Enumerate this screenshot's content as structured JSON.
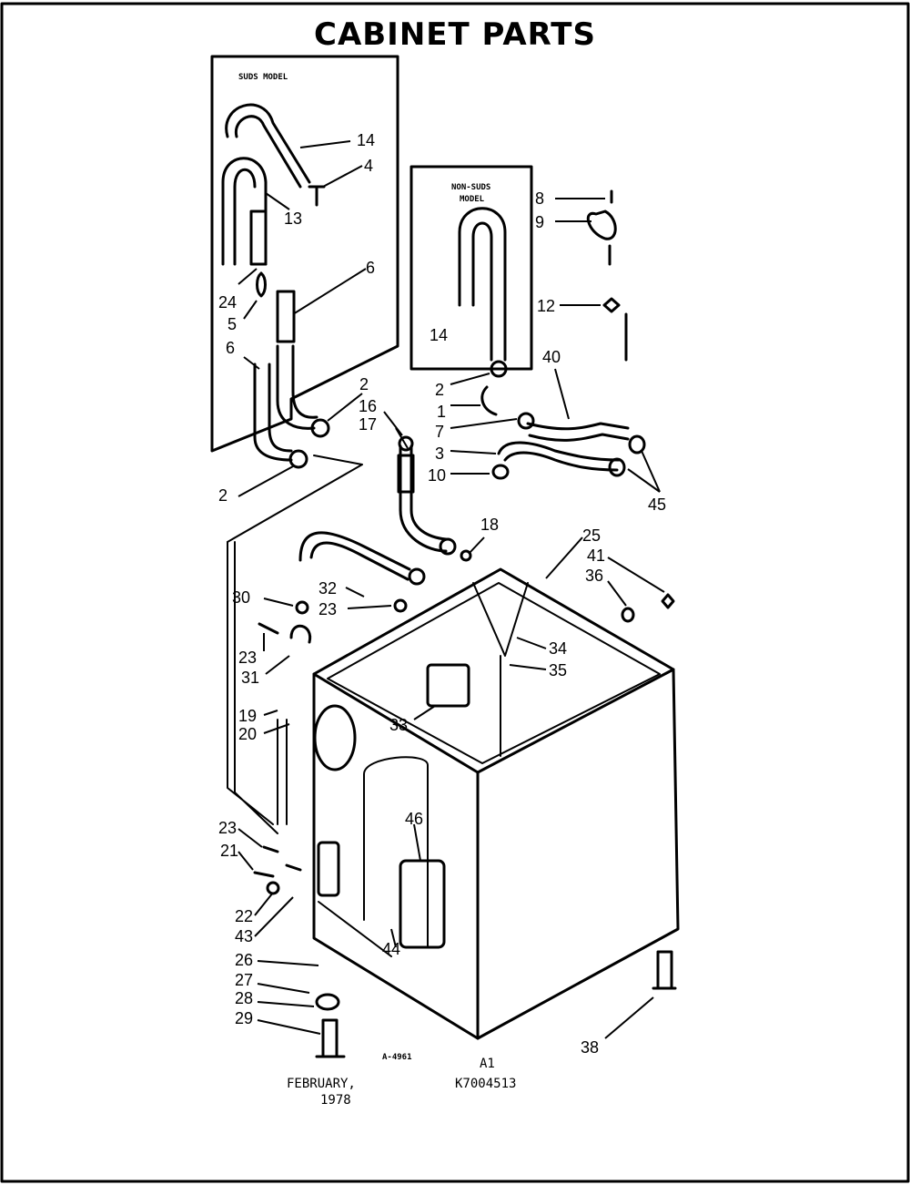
{
  "title": "CABINET PARTS",
  "suds_model_label": "SUDS MODEL",
  "non_suds_label_1": "NON-SUDS",
  "non_suds_label_2": "MODEL",
  "footer": {
    "code": "A-4961",
    "date_line1": "FEBRUARY,",
    "date_line2": "1978",
    "page": "A1",
    "part_number": "K7004513"
  },
  "callouts": {
    "c14a": "14",
    "c4": "4",
    "c13": "13",
    "c6a": "6",
    "c24a": "24",
    "c5": "5",
    "c6b": "6",
    "c2a": "2",
    "c16": "16",
    "c17": "17",
    "c2b": "2",
    "c8": "8",
    "c9": "9",
    "c12": "12",
    "c14b": "14",
    "c40": "40",
    "c2c": "2",
    "c1": "1",
    "c7": "7",
    "c3": "3",
    "c10": "10",
    "c45": "45",
    "c18": "18",
    "c25": "25",
    "c41": "41",
    "c36": "36",
    "c30": "30",
    "c32": "32",
    "c23a": "23",
    "c23b": "23",
    "c31": "31",
    "c34": "34",
    "c35": "35",
    "c19": "19",
    "c20": "20",
    "c33": "33",
    "c46": "46",
    "c23c": "23",
    "c21": "21",
    "c22": "22",
    "c43": "43",
    "c44": "44",
    "c26": "26",
    "c27": "27",
    "c28": "28",
    "c29": "29",
    "c38": "38"
  }
}
